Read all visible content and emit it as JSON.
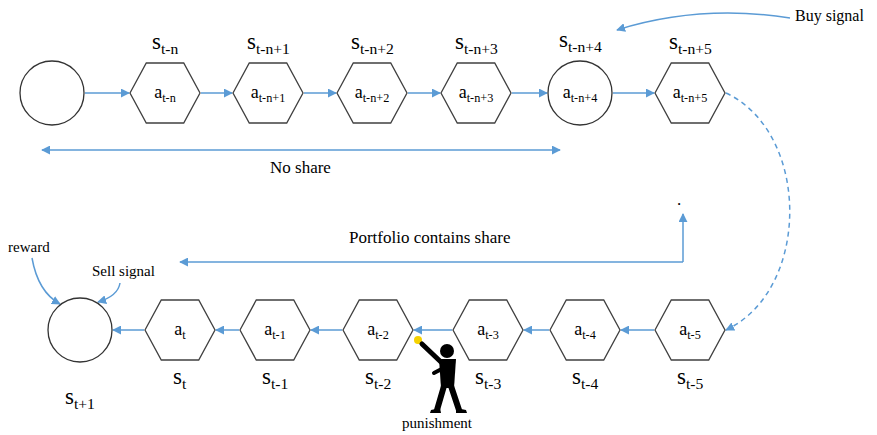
{
  "diagram": {
    "nodes": [
      {
        "text": []
      },
      {
        "text": [
          "st-n",
          "at-n"
        ]
      },
      {
        "text": [
          "st-n+1",
          "at-n+1"
        ]
      },
      {
        "text": [
          "st-n+2",
          "at-n+2"
        ]
      },
      {
        "text": [
          "st-n+3",
          "at-n+3"
        ]
      },
      {
        "text": [
          "st-n+4",
          "at-n+4"
        ]
      },
      {
        "text": [
          "st-n+5",
          "at-n+5"
        ]
      },
      {
        "text": [
          "at-5",
          "st-5"
        ]
      },
      {
        "text": [
          "at-4",
          "st-4"
        ]
      },
      {
        "text": [
          "at-3",
          "st-3"
        ]
      },
      {
        "text": [
          "at-2",
          "st-2"
        ]
      },
      {
        "text": [
          "at-1",
          "st-1"
        ]
      },
      {
        "text": [
          "at",
          "st"
        ]
      },
      {
        "text": [
          "st+1"
        ]
      }
    ],
    "edges": [
      {
        "from": 0,
        "to": 1,
        "arrow": "to"
      },
      {
        "from": 1,
        "to": 2,
        "arrow": "to"
      },
      {
        "from": 2,
        "to": 3,
        "arrow": "to"
      },
      {
        "from": 3,
        "to": 4,
        "arrow": "to"
      },
      {
        "from": 4,
        "to": 5,
        "arrow": "to"
      },
      {
        "from": 5,
        "to": 6,
        "arrow": "to"
      },
      {
        "from": 6,
        "to": 7,
        "arrow": "to"
      },
      {
        "from": 7,
        "to": 8,
        "arrow": "to"
      },
      {
        "from": 8,
        "to": 9,
        "arrow": "to"
      },
      {
        "from": 9,
        "to": 10,
        "arrow": "to"
      },
      {
        "from": 10,
        "to": 11,
        "arrow": "to"
      },
      {
        "from": 11,
        "to": 12,
        "arrow": "to"
      },
      {
        "from": 12,
        "to": 13,
        "arrow": "to"
      }
    ],
    "labels": [
      "Buy signal",
      "No share",
      "Portfolio contains share",
      "reward",
      "Sell signal",
      "punishment",
      "."
    ]
  }
}
